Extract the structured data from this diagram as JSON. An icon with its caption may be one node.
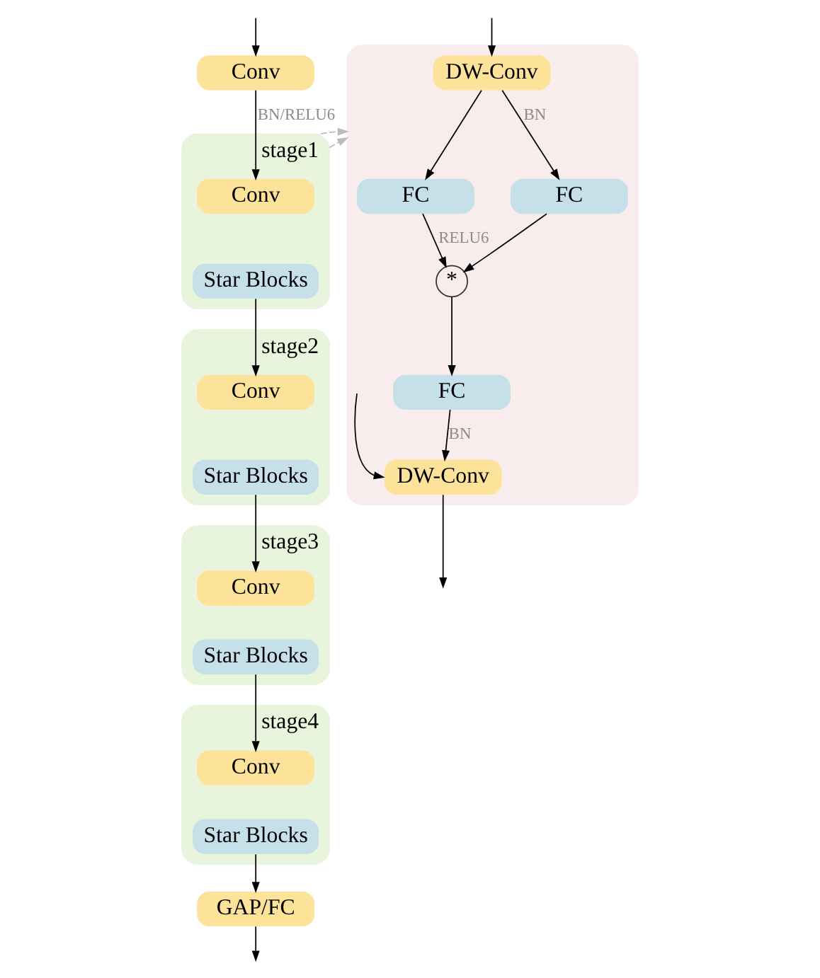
{
  "diagram": {
    "nodes": [
      {
        "text": [],
        "shape": "box"
      },
      {
        "text": [
          "DW-Conv"
        ],
        "in": 0
      },
      {
        "text": [
          "FC"
        ],
        "in": 0
      },
      {
        "text": [
          "FC"
        ],
        "in": 0
      },
      {
        "text": [
          "*"
        ],
        "in": 0
      },
      {
        "text": [
          "FC"
        ],
        "in": 0
      },
      {
        "text": [
          "DW-Conv"
        ],
        "in": 0
      },
      {
        "text": [
          "Conv"
        ]
      },
      {
        "text": [
          "stage1"
        ]
      },
      {
        "text": [
          "Conv"
        ],
        "in": 8
      },
      {
        "text": [
          "Star Blocks"
        ],
        "in": 8
      },
      {
        "text": [
          "stage2"
        ]
      },
      {
        "text": [
          "Conv"
        ],
        "in": 11
      },
      {
        "text": [
          "Star Blocks"
        ],
        "in": 11
      },
      {
        "text": [
          "stage3"
        ]
      },
      {
        "text": [
          "Conv"
        ],
        "in": 14
      },
      {
        "text": [
          "Star Blocks"
        ],
        "in": 14
      },
      {
        "text": [
          "stage4"
        ]
      },
      {
        "text": [
          "Conv"
        ],
        "in": 17
      },
      {
        "text": [
          "Star Blocks"
        ],
        "in": 17
      },
      {
        "text": [
          "GAP/FC"
        ]
      }
    ],
    "edges": [
      {
        "from": null,
        "to": 1,
        "arrow": "to"
      },
      {
        "from": 1,
        "to": 2,
        "arrow": "to"
      },
      {
        "from": 1,
        "to": 3,
        "arrow": "to",
        "label": "BN"
      },
      {
        "from": 2,
        "to": 4,
        "arrow": "to",
        "label": "RELU6"
      },
      {
        "from": 3,
        "to": 4,
        "arrow": "to"
      },
      {
        "from": 4,
        "to": 5,
        "arrow": "to"
      },
      {
        "from": 5,
        "to": 6,
        "arrow": "to",
        "label": "BN"
      },
      {
        "from": null,
        "to": 6,
        "arrow": "to"
      },
      {
        "from": 6,
        "to": null,
        "arrow": "to"
      },
      {
        "from": null,
        "to": 7,
        "arrow": "to"
      },
      {
        "from": 7,
        "to": 9,
        "arrow": "to",
        "label": "BN/RELU6"
      },
      {
        "from": 10,
        "to": 12,
        "arrow": "to"
      },
      {
        "from": 13,
        "to": 15,
        "arrow": "to"
      },
      {
        "from": 16,
        "to": 18,
        "arrow": "to"
      },
      {
        "from": 19,
        "to": 20,
        "arrow": "to"
      },
      {
        "from": 20,
        "to": null,
        "arrow": "to"
      },
      {
        "from": 8,
        "to": 0,
        "arrow": "to",
        "style": "dashed",
        "color": "#bbbbbb"
      },
      {
        "from": 8,
        "to": 0,
        "arrow": "to",
        "style": "dashed",
        "color": "#bbbbbb"
      }
    ]
  }
}
